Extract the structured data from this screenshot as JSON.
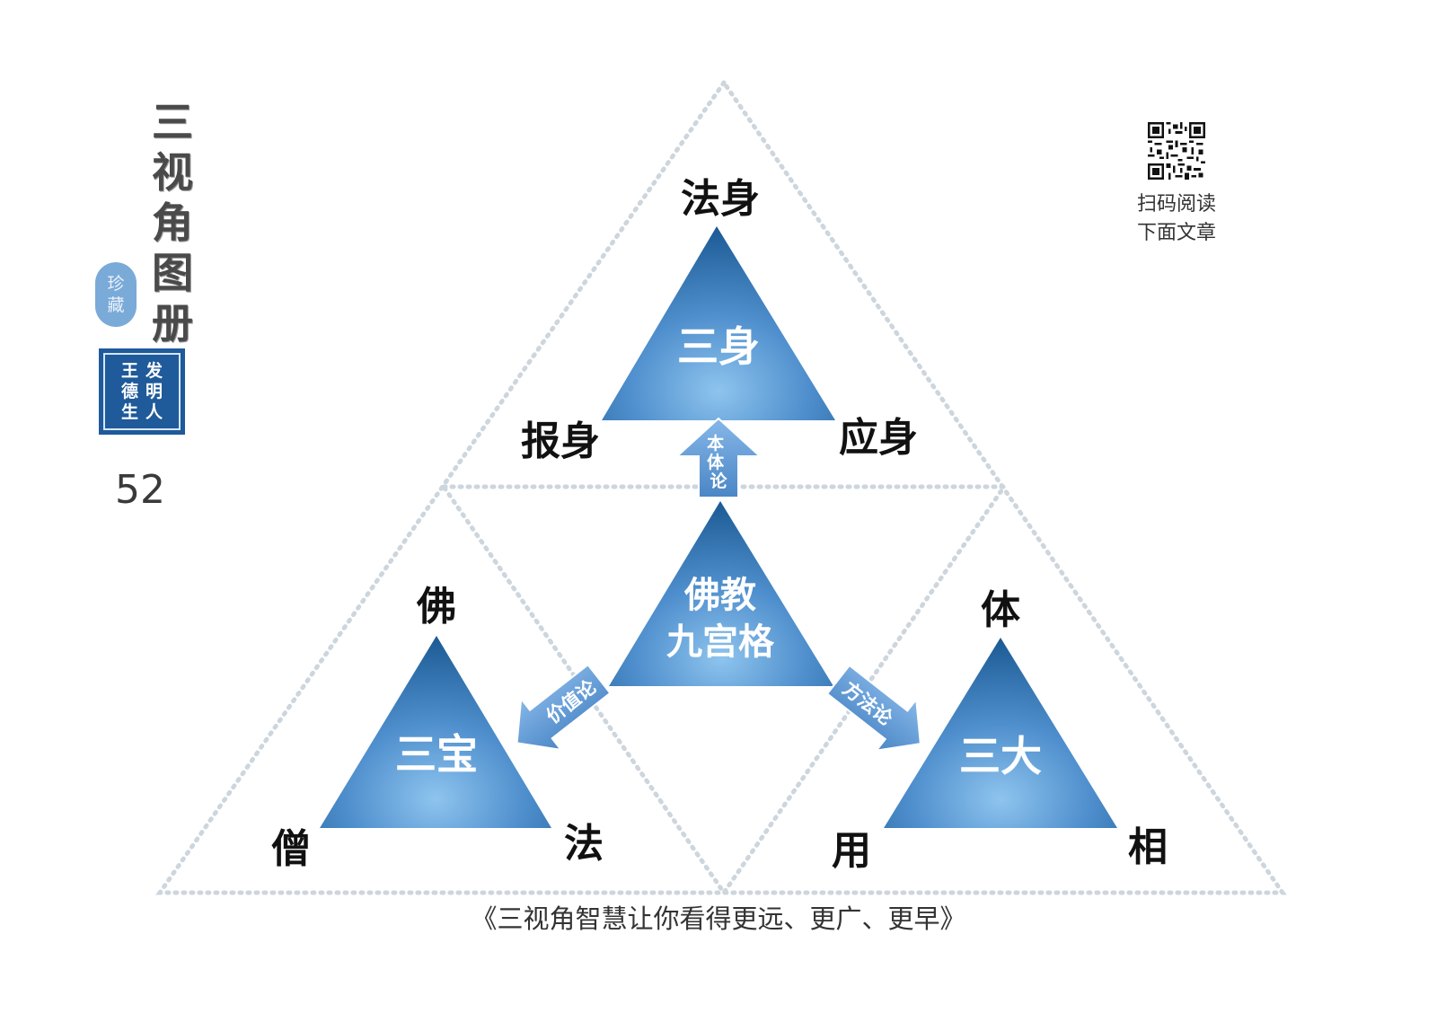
{
  "sidebar": {
    "title_chars": [
      "三",
      "视",
      "角",
      "图",
      "册"
    ],
    "seal_oval_chars": [
      "珍",
      "藏"
    ],
    "seal_square_col1": [
      "发",
      "明",
      "人"
    ],
    "seal_square_col2": [
      "王",
      "德",
      "生"
    ],
    "page_number": "52"
  },
  "qr": {
    "caption_line1": "扫码阅读",
    "caption_line2": "下面文章"
  },
  "diagram": {
    "top": {
      "title": "三身",
      "apex": "法身",
      "left": "报身",
      "right": "应身"
    },
    "center": {
      "line1": "佛教",
      "line2": "九宫格"
    },
    "left": {
      "title": "三宝",
      "apex": "佛",
      "left": "僧",
      "right": "法"
    },
    "right": {
      "title": "三大",
      "apex": "体",
      "left": "用",
      "right": "相"
    },
    "arrows": {
      "up": "本体论",
      "left": "价值论",
      "right": "方法论"
    }
  },
  "footer": {
    "text": "《三视角智慧让你看得更远、更广、更早》"
  },
  "colors": {
    "triangle_light": "#7fb6e6",
    "triangle_dark": "#1c5f9c",
    "arrow": "#5f9ad6",
    "dotted": "#cfd6de"
  }
}
